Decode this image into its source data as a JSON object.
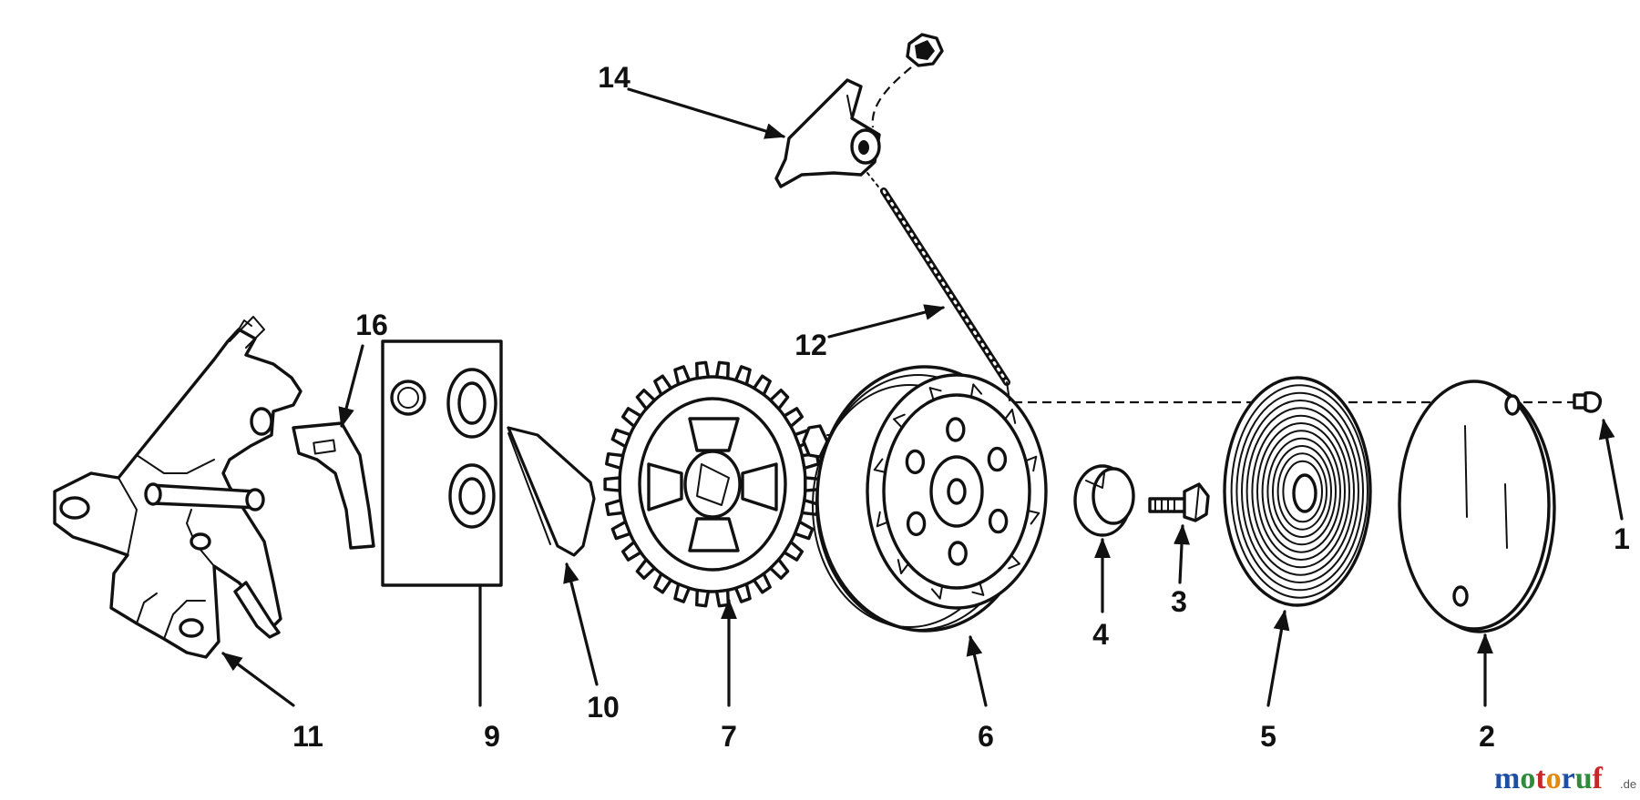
{
  "callouts": [
    {
      "id": "1",
      "text": "1"
    },
    {
      "id": "2",
      "text": "2"
    },
    {
      "id": "3",
      "text": "3"
    },
    {
      "id": "4",
      "text": "4"
    },
    {
      "id": "5",
      "text": "5"
    },
    {
      "id": "6",
      "text": "6"
    },
    {
      "id": "7",
      "text": "7"
    },
    {
      "id": "9",
      "text": "9"
    },
    {
      "id": "10",
      "text": "10"
    },
    {
      "id": "11",
      "text": "11"
    },
    {
      "id": "12",
      "text": "12"
    },
    {
      "id": "14",
      "text": "14"
    },
    {
      "id": "16",
      "text": "16"
    }
  ],
  "watermark": {
    "letters": [
      "m",
      "o",
      "t",
      "o",
      "r",
      "u",
      "f"
    ],
    "letter_colors": [
      "#1f4fa3",
      "#2f8a3c",
      "#c62828",
      "#e08a10",
      "#1f4fa3",
      "#2f8a3c",
      "#c62828"
    ],
    "suffix": ".de"
  }
}
